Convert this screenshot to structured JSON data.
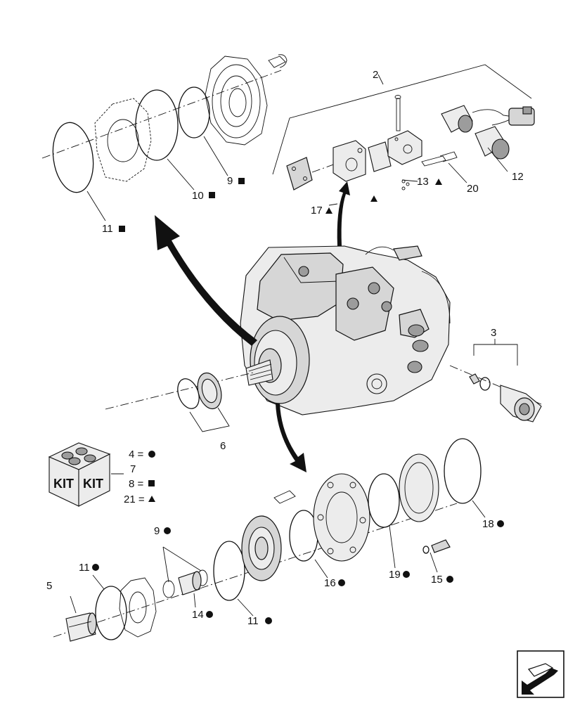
{
  "callouts": [
    {
      "label": "2",
      "mark": ""
    },
    {
      "label": "3",
      "mark": ""
    },
    {
      "label": "4 =",
      "mark": "circle"
    },
    {
      "label": "5",
      "mark": ""
    },
    {
      "label": "6",
      "mark": ""
    },
    {
      "label": "7",
      "mark": ""
    },
    {
      "label": "8 =",
      "mark": "square"
    },
    {
      "label": "9",
      "mark": "square"
    },
    {
      "label": "9",
      "mark": "circle"
    },
    {
      "label": "10",
      "mark": "square"
    },
    {
      "label": "11",
      "mark": "square"
    },
    {
      "label": "11",
      "mark": "circle"
    },
    {
      "label": "11",
      "mark": "circle"
    },
    {
      "label": "12",
      "mark": ""
    },
    {
      "label": "13",
      "mark": "triangle"
    },
    {
      "label": "14",
      "mark": "circle"
    },
    {
      "label": "15",
      "mark": "circle"
    },
    {
      "label": "16",
      "mark": "circle"
    },
    {
      "label": "17",
      "mark": "triangle"
    },
    {
      "label": "",
      "mark": "triangle"
    },
    {
      "label": "18",
      "mark": "circle"
    },
    {
      "label": "19",
      "mark": "circle"
    },
    {
      "label": "20",
      "mark": ""
    },
    {
      "label": "21 =",
      "mark": "triangle"
    }
  ],
  "kit_box": {
    "text_left": "KIT",
    "text_right": "KIT"
  },
  "icons": {
    "next_page": "next-page-arrow-icon"
  }
}
